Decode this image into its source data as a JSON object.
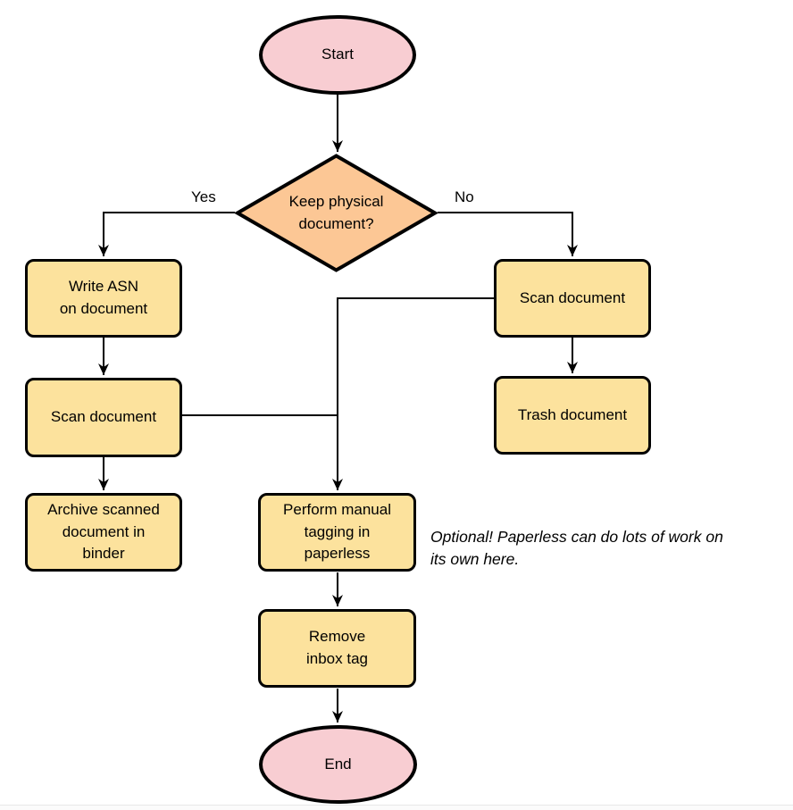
{
  "diagram": {
    "nodes": {
      "start": {
        "label": "Start",
        "shape": "ellipse",
        "fill": "#F8CDD2"
      },
      "decision_keep_physical": {
        "label": "Keep physical\ndocument?",
        "shape": "diamond",
        "fill": "#FCC795"
      },
      "write_asn": {
        "label": "Write ASN\non document",
        "shape": "rect",
        "fill": "#FCE29D"
      },
      "scan_document_left": {
        "label": "Scan document",
        "shape": "rect",
        "fill": "#FCE29D"
      },
      "archive_binder": {
        "label": "Archive scanned\ndocument in\nbinder",
        "shape": "rect",
        "fill": "#FCE29D"
      },
      "scan_document_right": {
        "label": "Scan document",
        "shape": "rect",
        "fill": "#FCE29D"
      },
      "trash_document": {
        "label": "Trash document",
        "shape": "rect",
        "fill": "#FCE29D"
      },
      "manual_tagging": {
        "label": "Perform manual\ntagging in\npaperless",
        "shape": "rect",
        "fill": "#FCE29D"
      },
      "remove_inbox_tag": {
        "label": "Remove\ninbox tag",
        "shape": "rect",
        "fill": "#FCE29D"
      },
      "end": {
        "label": "End",
        "shape": "ellipse",
        "fill": "#F8CDD2"
      }
    },
    "edge_labels": {
      "yes": "Yes",
      "no": "No"
    },
    "note": "Optional! Paperless can do lots of work on\nits own here.",
    "colors": {
      "process_fill": "#FCE29D",
      "decision_fill": "#FCC795",
      "terminal_fill": "#F8CDD2",
      "stroke": "#000000"
    }
  }
}
